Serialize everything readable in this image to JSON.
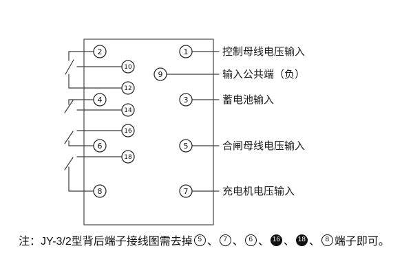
{
  "colors": {
    "background": "#ffffff",
    "line": "#3a3a3a",
    "text": "#111111"
  },
  "diagram": {
    "left_terminals": [
      {
        "num": "2"
      },
      {
        "num": "10"
      },
      {
        "num": "12"
      },
      {
        "num": "4"
      },
      {
        "num": "14"
      },
      {
        "num": "16"
      },
      {
        "num": "6"
      },
      {
        "num": "18"
      },
      {
        "num": "8"
      }
    ],
    "right_terminals": [
      {
        "num": "1",
        "label": "控制母线电压输入"
      },
      {
        "num": "9",
        "label": "输入公共端（负）"
      },
      {
        "num": "3",
        "label": "蓄电池输入"
      },
      {
        "num": "5",
        "label": "合闸母线电压输入"
      },
      {
        "num": "7",
        "label": "充电机电压输入"
      }
    ]
  },
  "note": {
    "prefix": "注：JY-3/2型背后端子接线图需去掉",
    "terminals": [
      {
        "num": "5",
        "filled": false
      },
      {
        "num": "7",
        "filled": false
      },
      {
        "num": "6",
        "filled": false
      },
      {
        "num": "16",
        "filled": true
      },
      {
        "num": "18",
        "filled": true
      },
      {
        "num": "8",
        "filled": false
      }
    ],
    "sep": "、",
    "suffix": "端子即可。"
  }
}
